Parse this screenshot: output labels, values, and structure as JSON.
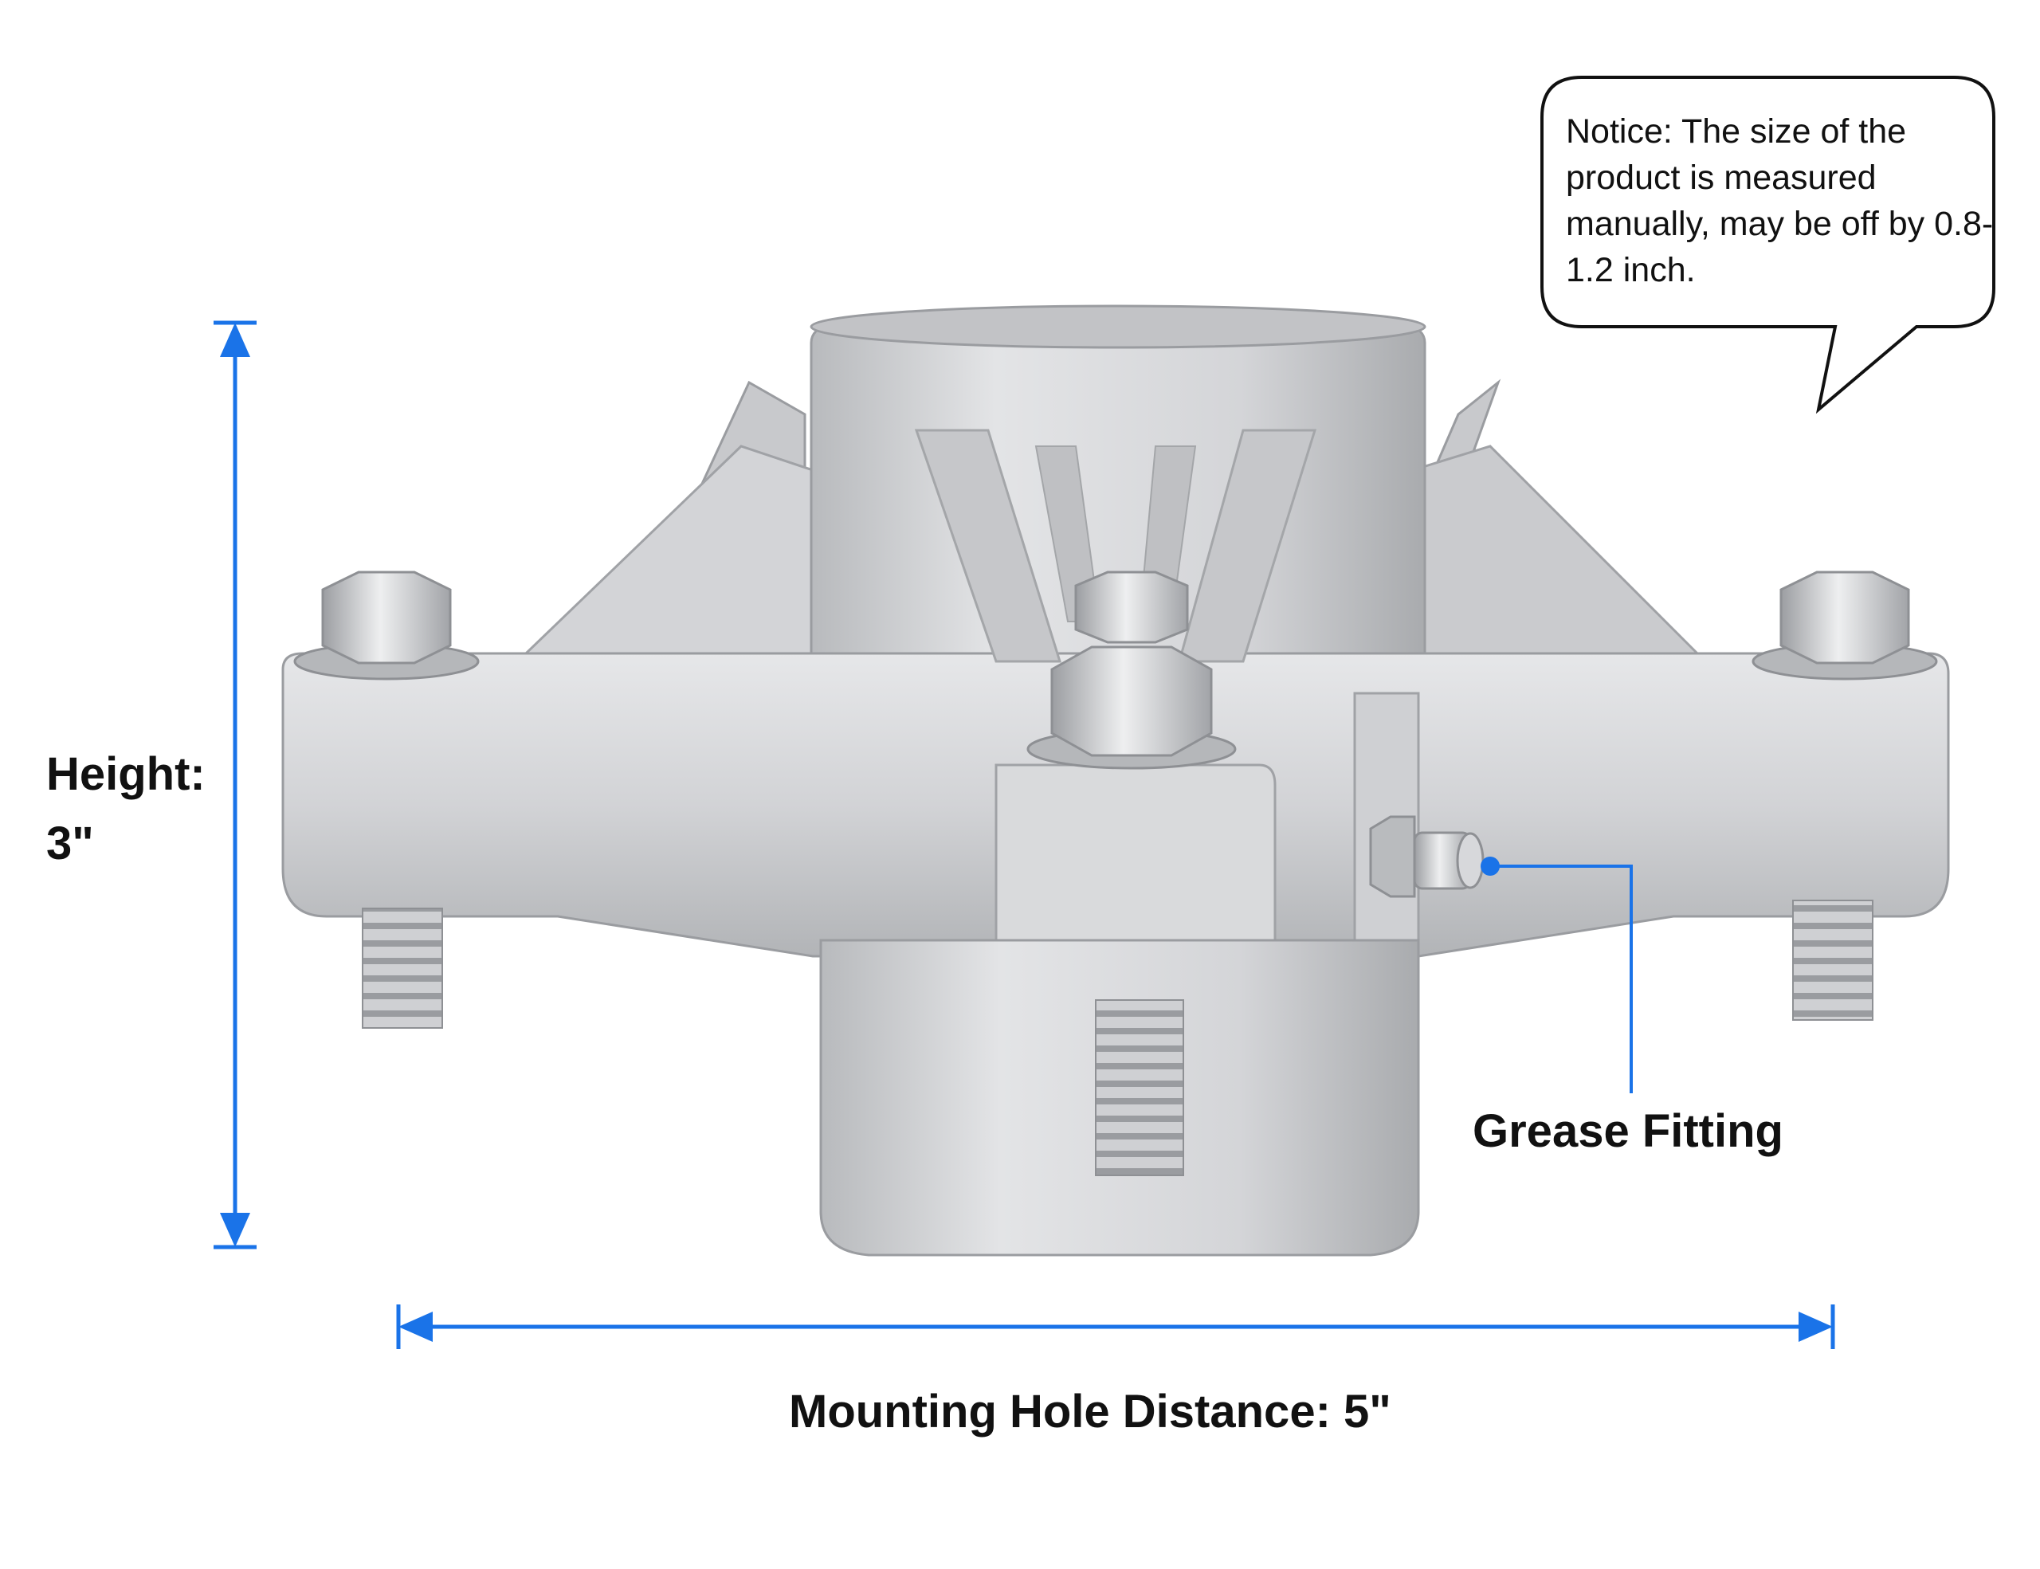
{
  "annotations": {
    "height_label": "Height:",
    "height_value": "3\"",
    "grease_fitting": "Grease Fitting",
    "mounting_hole_distance": "Mounting Hole Distance: 5\"",
    "notice": "Notice: The size of the product is measured manually, may be off by 0.8-1.2 inch."
  },
  "colors": {
    "dimension_line": "#1a73e8",
    "metal_light": "#d9dadc",
    "metal_mid": "#bcbec1",
    "metal_dark": "#8e9094",
    "text": "#111111",
    "background": "#ffffff"
  },
  "icons": {
    "dimension_arrow": "arrowhead-icon",
    "callout_dot": "dot-icon"
  }
}
